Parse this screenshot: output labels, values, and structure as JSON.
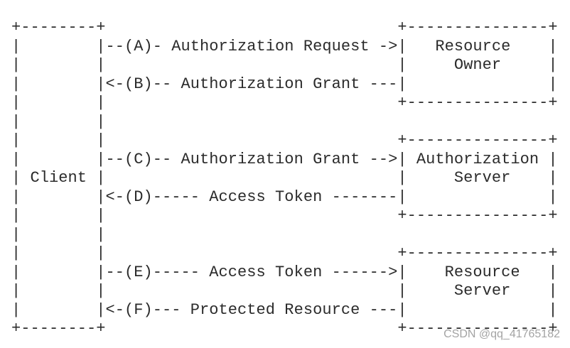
{
  "diagram": {
    "lines": [
      "+--------+                               +---------------+",
      "|        |--(A)- Authorization Request ->|   Resource    |",
      "|        |                               |     Owner     |",
      "|        |<-(B)-- Authorization Grant ---|               |",
      "|        |                               +---------------+",
      "|        |",
      "|        |                               +---------------+",
      "|        |--(C)-- Authorization Grant -->| Authorization |",
      "| Client |                               |     Server    |",
      "|        |<-(D)----- Access Token -------|               |",
      "|        |                               +---------------+",
      "|        |",
      "|        |                               +---------------+",
      "|        |--(E)----- Access Token ------>|    Resource   |",
      "|        |                               |     Server    |",
      "|        |<-(F)--- Protected Resource ---|               |",
      "+--------+                               +---------------+"
    ]
  },
  "watermark": {
    "text": "CSDN @qq_41765182"
  }
}
